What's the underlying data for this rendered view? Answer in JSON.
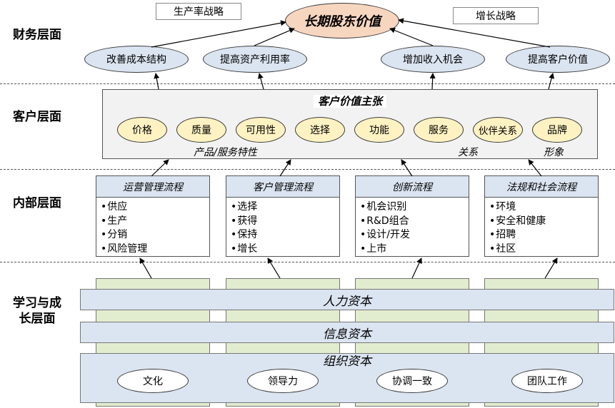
{
  "layers": {
    "financial": "财务层面",
    "customer": "客户层面",
    "internal": "内部层面",
    "learning": "学习与成\n长层面"
  },
  "financial": {
    "productivity_strategy": "生产率战略",
    "growth_strategy": "增长战略",
    "goal": "长期股东价值",
    "ovals": [
      "改善成本结构",
      "提高资产利用率",
      "增加收入机会",
      "提高客户价值"
    ]
  },
  "customer": {
    "title": "客户价值主张",
    "attributes": [
      "价格",
      "质量",
      "可用性",
      "选择",
      "功能",
      "服务",
      "伙伴关系",
      "品牌"
    ],
    "group_labels": [
      "产品/服务特性",
      "关系",
      "形象"
    ]
  },
  "internal": {
    "processes": [
      {
        "title": "运营管理流程",
        "items": [
          "供应",
          "生产",
          "分销",
          "风险管理"
        ]
      },
      {
        "title": "客户管理流程",
        "items": [
          "选择",
          "获得",
          "保持",
          "增长"
        ]
      },
      {
        "title": "创新流程",
        "items": [
          "机会识别",
          "R&D组合",
          "设计/开发",
          "上市"
        ]
      },
      {
        "title": "法规和社会流程",
        "items": [
          "环境",
          "安全和健康",
          "招聘",
          "社区"
        ]
      }
    ]
  },
  "learning": {
    "human_capital": "人力资本",
    "information_capital": "信息资本",
    "organization_capital": "组织资本",
    "culture_ovals": [
      "文化",
      "领导力",
      "协调一致",
      "团队工作"
    ]
  },
  "colors": {
    "blue_fill": "#dbe4f1",
    "yellow_fill": "#fff2c2",
    "peach_fill": "#f7d6c0",
    "green_fill": "#e2eccf",
    "gray_fill": "#f2f2f2"
  }
}
